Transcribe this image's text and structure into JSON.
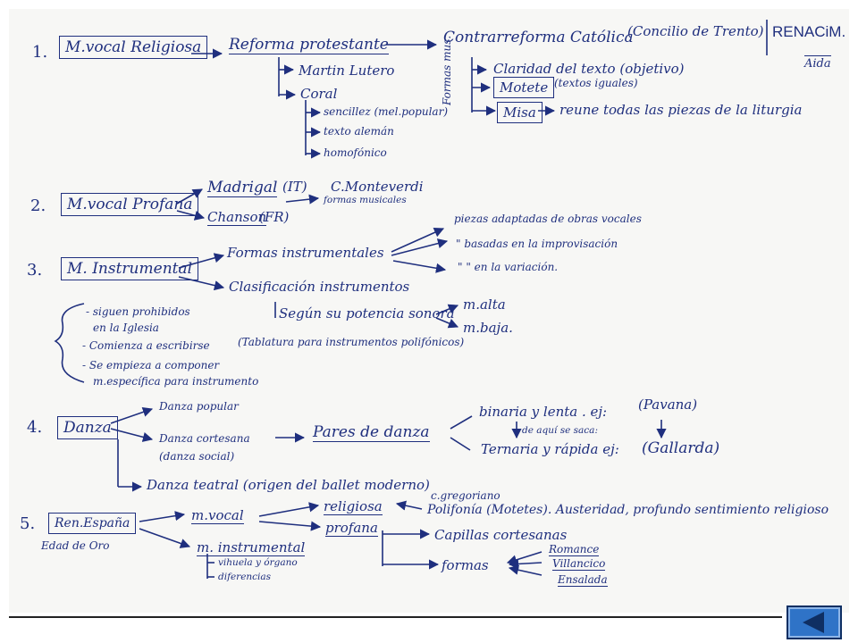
{
  "s1": {
    "num": "1.",
    "box": "M.vocal Religiosa",
    "reforma": "Reforma protestante",
    "lutero": "Martin Lutero",
    "coral": "Coral",
    "coral_1": "sencillez (mel.popular)",
    "coral_2": "texto alemán",
    "coral_3": "homofónico",
    "contra": "Contrarreforma Católica",
    "concilio": "(Concilio de Trento)",
    "renacim": "RENACiM.",
    "aida": "Aida",
    "formas": "Formas mus.",
    "claridad": "Claridad del texto (objetivo)",
    "motete": "Motete",
    "motete_note": "(textos iguales)",
    "misa": "Misa",
    "misa_note": "reune todas las piezas de la liturgia"
  },
  "s2": {
    "num": "2.",
    "box": "M.vocal Profana",
    "madrigal": "Madrigal",
    "madrigal_it": "(IT)",
    "monteverdi": "C.Monteverdi",
    "formas_musicales": "formas musicales",
    "chanson": "Chanson",
    "chanson_fr": "(FR)"
  },
  "s3": {
    "num": "3.",
    "box": "M. Instrumental",
    "formas_instr": "Formas instrumentales",
    "f1": "piezas adaptadas de obras vocales",
    "f2": "\"   basadas en la improvisación",
    "f3": "\"    \"   en la variación.",
    "clasif": "Clasificación instrumentos",
    "potencia": "Según su potencia sonora",
    "alta": "m.alta",
    "baja": "m.baja.",
    "n1": "- siguen prohibidos",
    "n2": "en la Iglesia",
    "n3": "- Comienza a escribirse",
    "tablatura": "(Tablatura para instrumentos polifónicos)",
    "n4": "- Se empieza a componer",
    "n5": "m.específica para instrumento"
  },
  "s4": {
    "num": "4.",
    "box": "Danza",
    "popular": "Danza popular",
    "cortesana": "Danza cortesana",
    "social": "(danza social)",
    "pares": "Pares de danza",
    "binaria": "binaria y lenta . ej:",
    "pavana": "(Pavana)",
    "saca": "de aquí se saca:",
    "ternaria": "Ternaria y rápida ej:",
    "gallarda": "(Gallarda)",
    "teatral": "Danza teatral (origen del ballet moderno)"
  },
  "s5": {
    "num": "5.",
    "box": "Ren.España",
    "edad": "Edad de Oro",
    "vocal": "m.vocal",
    "religiosa": "religiosa",
    "profana": "profana",
    "gregoriano": "c.gregoriano",
    "polifonia": "Polifonía (Motetes). Austeridad, profundo sentimiento religioso",
    "capillas": "Capillas cortesanas",
    "instrumental": "m. instrumental",
    "vihuela": "vihuela y órgano",
    "diferencias": "diferencias",
    "formas": "formas",
    "romance": "Romance",
    "villancico": "Villancico",
    "ensalada": "Ensalada"
  },
  "nav": {
    "icon": "triangle-left-icon"
  },
  "colors": {
    "ink": "#1f2f7e",
    "paper": "#f7f7f5",
    "button": "#2f73c7"
  }
}
